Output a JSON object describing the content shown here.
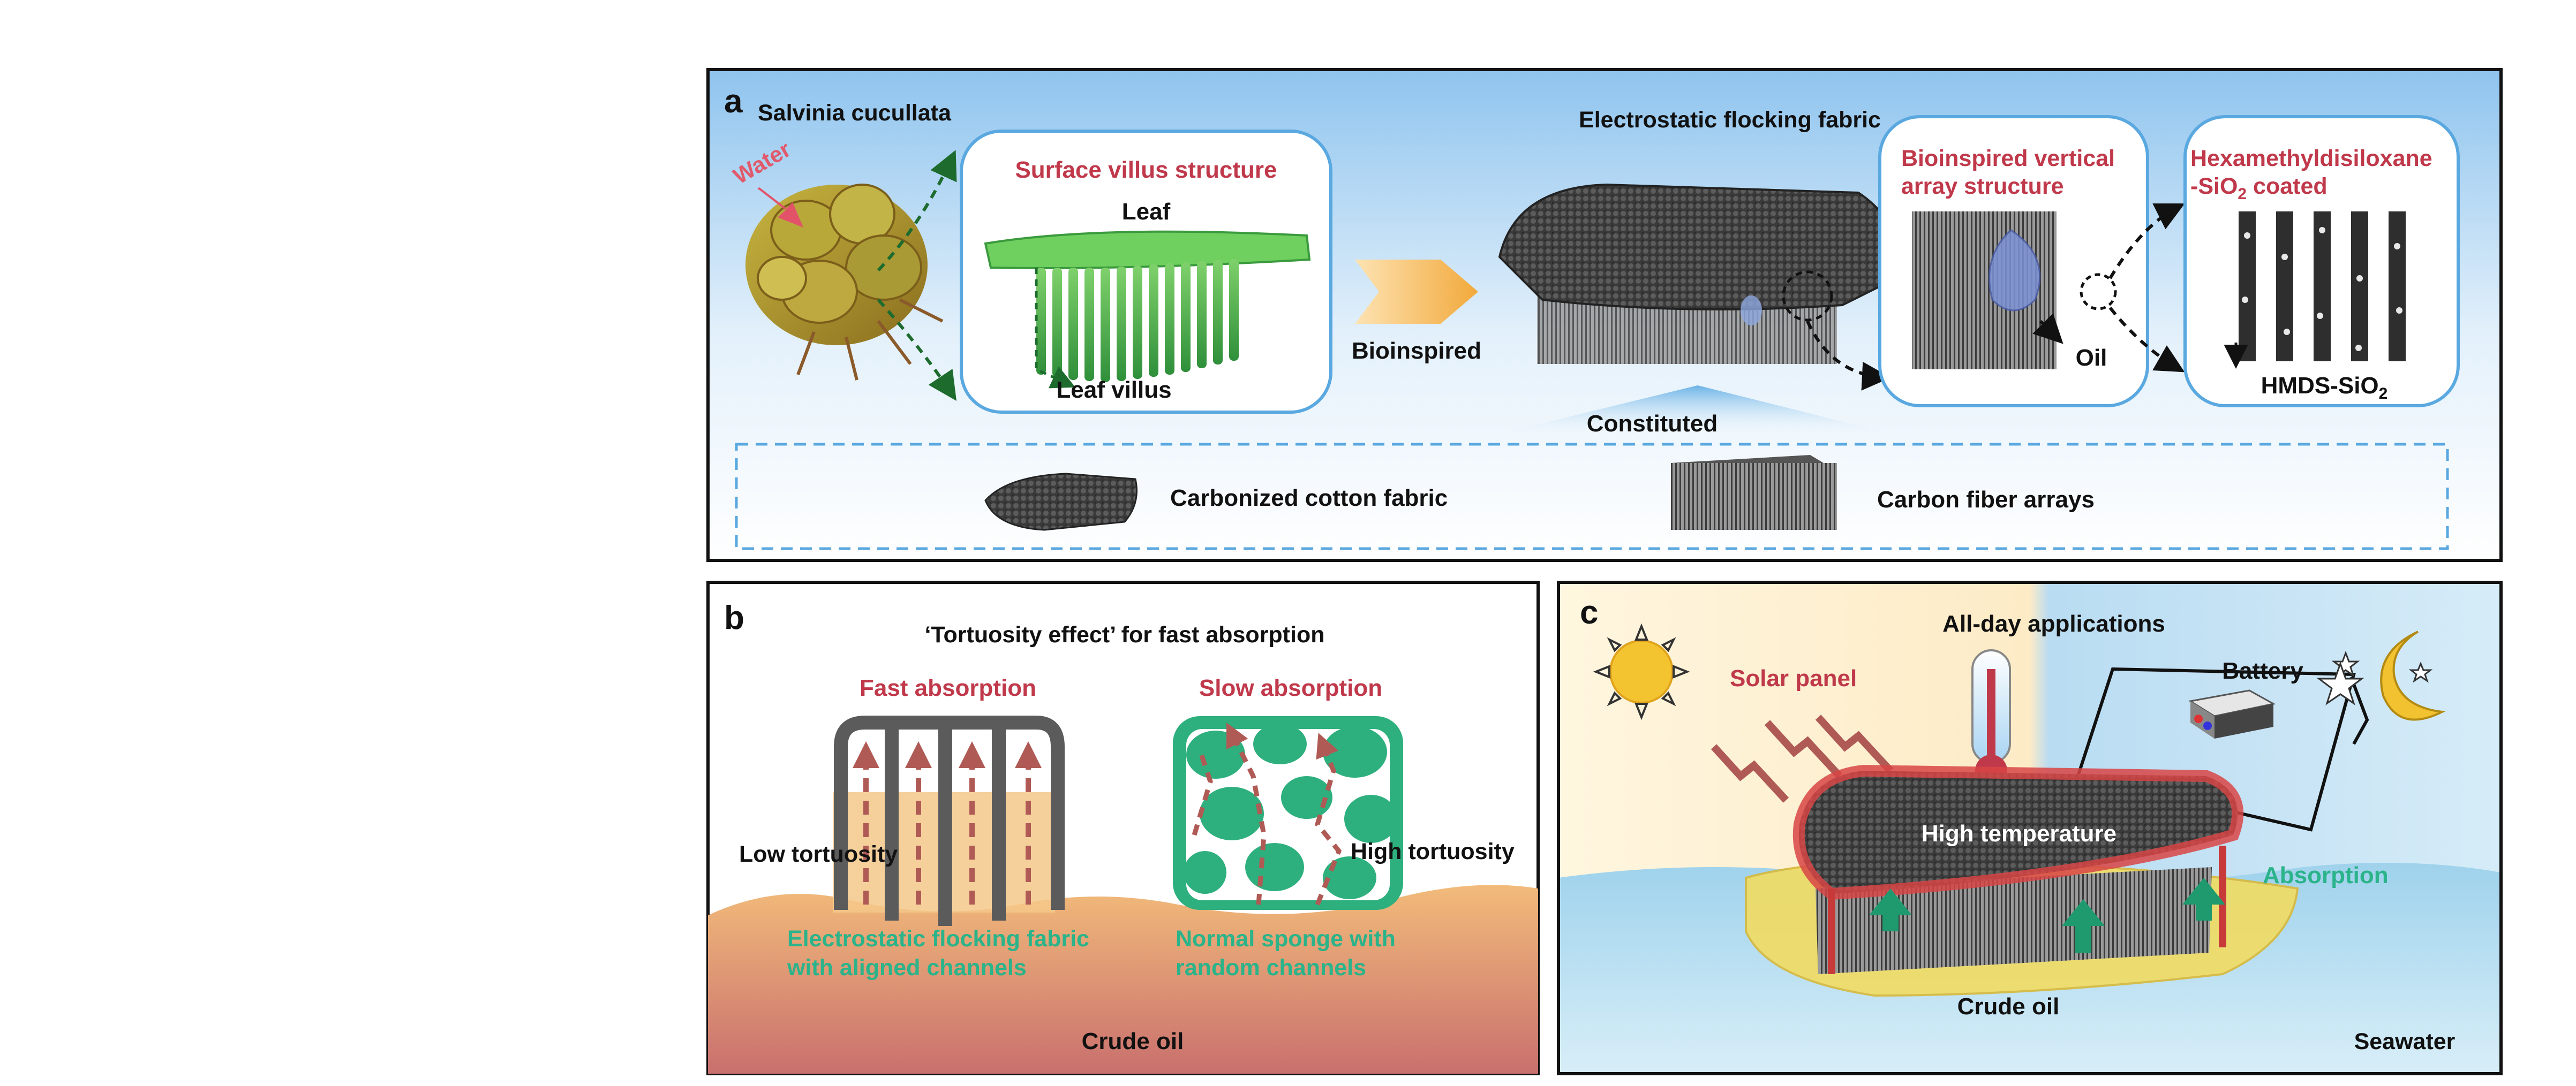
{
  "colors": {
    "red_label": "#c0394b",
    "green_label": "#2bb38a",
    "box_blue": "#5aa8e0",
    "panel_border": "#111111",
    "oil": "#f0b978",
    "sponge_green": "#2eb07e",
    "frame_gray": "#5b5b5b",
    "arrow_brown": "#b05a55"
  },
  "panel_a": {
    "letter": "a",
    "plant_title": "Salvinia cucullata",
    "water_label": "Water",
    "villus_title": "Surface villus structure",
    "leaf_label": "Leaf",
    "villus_label": "Leaf villus",
    "bioinspired": "Bioinspired",
    "fabric_title": "Electrostatic flocking fabric",
    "vertical_title_1": "Bioinspired vertical",
    "vertical_title_2": "array structure",
    "oil_label": "Oil",
    "coat_title_1": "Hexamethyldisiloxane",
    "coat_title_2_a": "-SiO",
    "coat_title_2_sub": "2",
    "coat_title_2_b": " coated",
    "hmds_a": "HMDS-SiO",
    "hmds_sub": "2",
    "constituted": "Constituted",
    "cotton": "Carbonized cotton fabric",
    "fiber": "Carbon fiber arrays"
  },
  "panel_b": {
    "letter": "b",
    "title": "‘Tortuosity effect’ for fast absorption",
    "fast": "Fast absorption",
    "slow": "Slow absorption",
    "low": "Low tortuosity",
    "high": "High tortuosity",
    "left_caption_1": "Electrostatic flocking fabric",
    "left_caption_2": "with aligned channels",
    "right_caption_1": "Normal sponge with",
    "right_caption_2": "random channels",
    "crude": "Crude oil"
  },
  "panel_c": {
    "letter": "c",
    "allday": "All-day applications",
    "solar": "Solar panel",
    "battery": "Battery",
    "hightemp": "High temperature",
    "absorption": "Absorption",
    "crude": "Crude oil",
    "seawater": "Seawater"
  }
}
